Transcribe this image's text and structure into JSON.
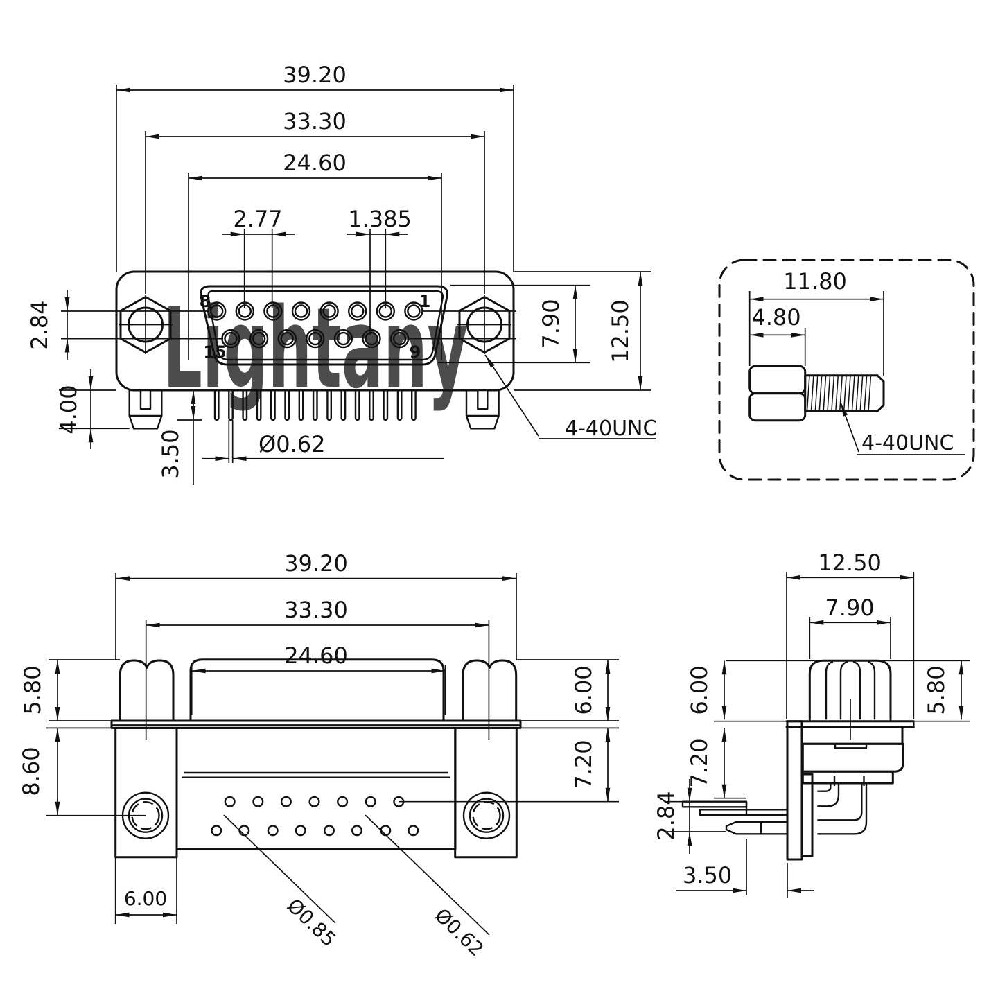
{
  "watermark": {
    "text": "Lightany",
    "color": "#f6c6c6"
  },
  "front_view": {
    "dim_overall_width": "39.20",
    "dim_screw_spacing": "33.30",
    "dim_face_width": "24.60",
    "dim_pin_pitch": "2.77",
    "dim_row_stagger": "1.385",
    "dim_row_spacing": "2.84",
    "dim_lock_length": "4.00",
    "dim_pin_length": "3.50",
    "dim_pin_diameter": "Ø0.62",
    "dim_face_height": "7.90",
    "dim_body_height": "12.50",
    "thread_label": "4-40UNC",
    "pin_top_left": "8",
    "pin_top_right": "1",
    "pin_bottom_left": "15",
    "pin_bottom_right": "9"
  },
  "screw_detail": {
    "dim_total_length": "11.80",
    "dim_head_length": "4.80",
    "thread_label": "4-40UNC"
  },
  "rear_view": {
    "dim_overall_width": "39.20",
    "dim_screw_spacing": "33.30",
    "dim_face_width": "24.60",
    "dim_screwhead_height": "5.80",
    "dim_hole_offset": "8.60",
    "dim_standoff_height": "6.00",
    "dim_body_depth": "7.20",
    "dim_bracket_width": "6.00",
    "dim_lock_hole_diameter": "Ø0.85",
    "dim_pin_hole_diameter": "Ø0.62"
  },
  "side_view": {
    "dim_flange_width": "12.50",
    "dim_nut_width": "7.90",
    "dim_nut_height": "6.00",
    "dim_standoff_height": "5.80",
    "dim_body_depth": "7.20",
    "dim_lock_height": "2.84",
    "dim_tail_offset": "3.50"
  }
}
